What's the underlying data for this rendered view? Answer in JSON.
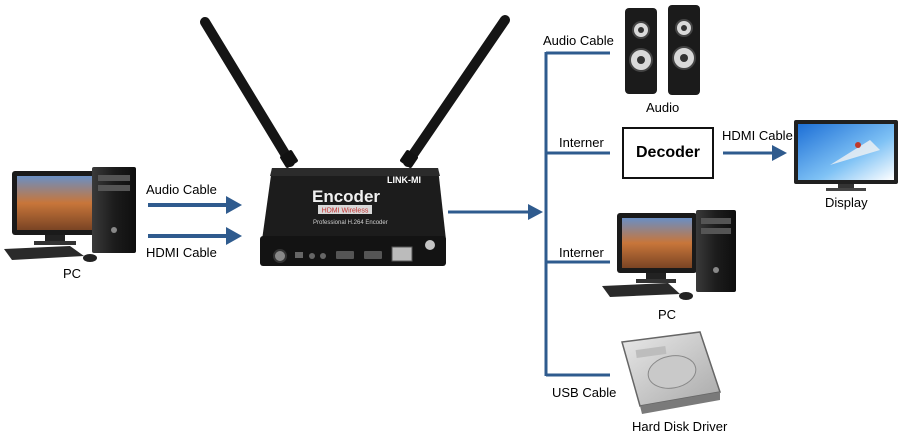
{
  "source": {
    "pc_label": "PC",
    "audio_cable_label": "Audio Cable",
    "hdmi_cable_label": "HDMI Cable"
  },
  "encoder": {
    "brand": "LINK-MI",
    "title": "Encoder",
    "badge": "HDMI Wireless",
    "subtitle": "Professional H.264 Encoder"
  },
  "outputs": {
    "audio_cable_label": "Audio Cable",
    "audio_label": "Audio",
    "internet_label_1": "Interner",
    "decoder_label": "Decoder",
    "hdmi_cable_label": "HDMI Cable",
    "display_label": "Display",
    "internet_label_2": "Interner",
    "pc_label": "PC",
    "usb_cable_label": "USB Cable",
    "hdd_label": "Hard Disk Driver"
  },
  "colors": {
    "arrow": "#2f5b8e",
    "device_body": "#1c1c1c"
  }
}
